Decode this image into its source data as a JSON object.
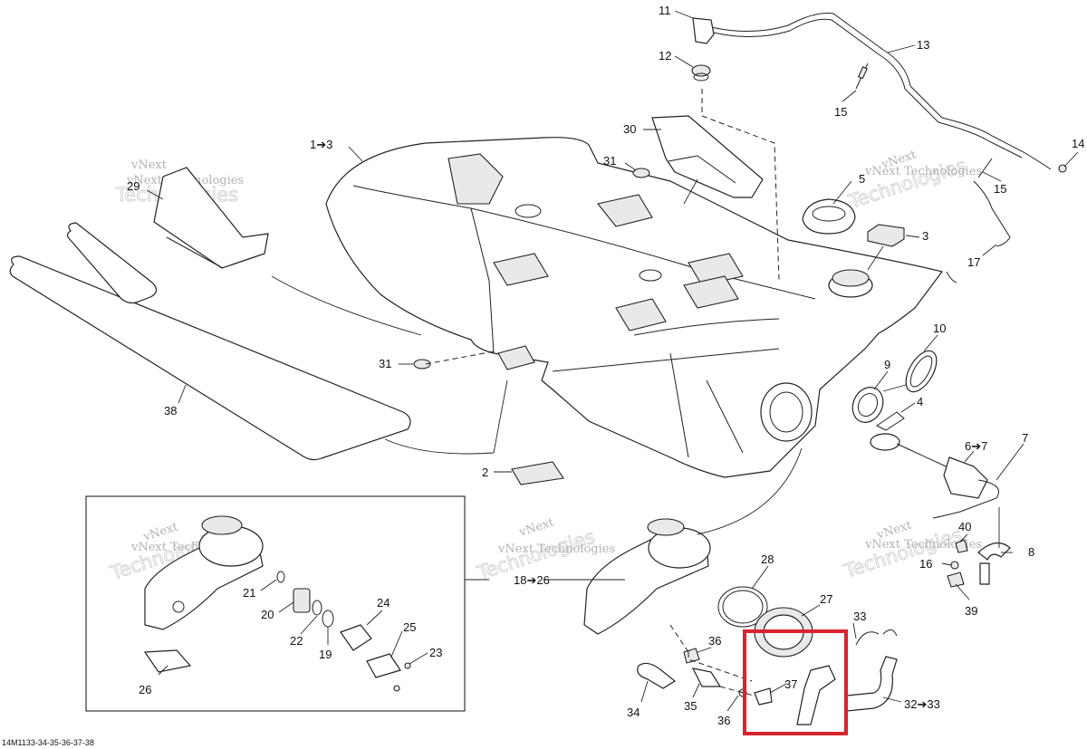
{
  "diagram": {
    "figure_code": "14M1133-34-35-36-37-38",
    "watermark_lines": [
      "vNext",
      "vNext Technologies",
      "Technologies"
    ],
    "labels": {
      "l11": "11",
      "l12": "12",
      "l13": "13",
      "l14": "14",
      "l15a": "15",
      "l15b": "15",
      "l17": "17",
      "l5": "5",
      "l3": "3",
      "l1to3": "1➔3",
      "l29": "29",
      "l30": "30",
      "l31a": "31",
      "l31b": "31",
      "l38": "38",
      "l2": "2",
      "l10": "10",
      "l9": "9",
      "l4": "4",
      "l6to7": "6➔7",
      "l7": "7",
      "l40": "40",
      "l16": "16",
      "l8": "8",
      "l39": "39",
      "l18to26": "18➔26",
      "l28": "28",
      "l27": "27",
      "l33": "33",
      "l32to33": "32➔33",
      "l36a": "36",
      "l36b": "36",
      "l37": "37",
      "l34": "34",
      "l35": "35",
      "l21": "21",
      "l20": "20",
      "l22": "22",
      "l19": "19",
      "l24": "24",
      "l25": "25",
      "l23": "23",
      "l26": "26"
    },
    "highlight_color": "#d9232e"
  }
}
